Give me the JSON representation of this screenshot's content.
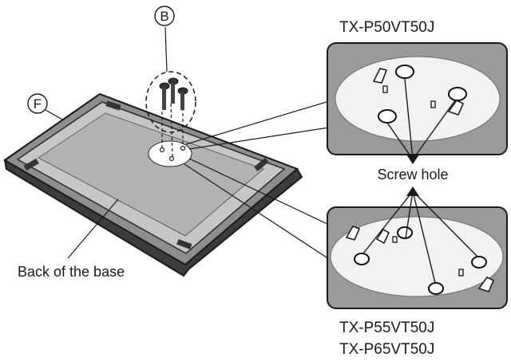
{
  "labels": {
    "part_b": "B",
    "part_f": "F",
    "model_top": "TX-P50VT50J",
    "screw_hole": "Screw hole",
    "back_of_base": "Back of the base",
    "model_bottom_1": "TX-P55VT50J",
    "model_bottom_2": "TX-P65VT50J"
  },
  "colors": {
    "line": "#1a1a1a",
    "base_outer": "#4a4a4a",
    "base_top": "#8e8e8e",
    "base_panel": "#c8c8c8",
    "base_inner": "#b3b3b3",
    "callout_bg": "#9a9a9a",
    "callout_ellipse": "#f2f2f2"
  }
}
